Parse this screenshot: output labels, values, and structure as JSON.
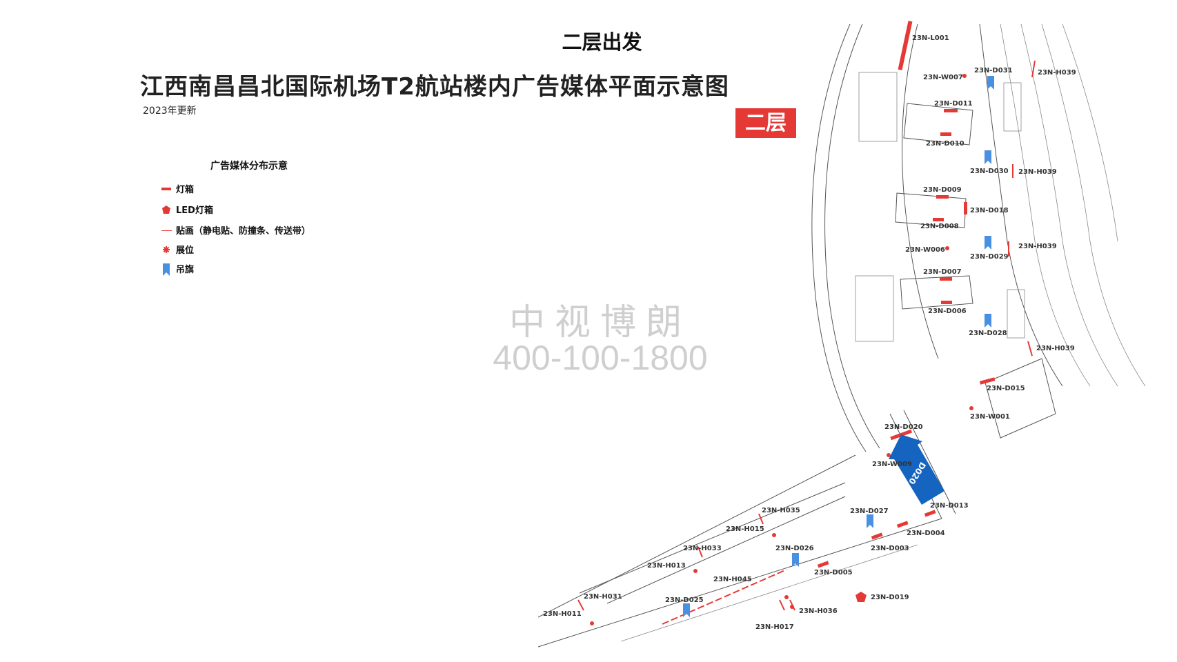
{
  "header": {
    "floor_heading": "二层出发",
    "title": "江西南昌昌北国际机场T2航站楼内广告媒体平面示意图",
    "update_note": "2023年更新",
    "floor_badge": "二层"
  },
  "legend": {
    "title": "广告媒体分布示意",
    "items": [
      {
        "icon": "lightbox-icon",
        "label": "灯箱"
      },
      {
        "icon": "led-lightbox-icon",
        "label": "LED灯箱"
      },
      {
        "icon": "sticker-icon",
        "label": "贴画（静电贴、防撞条、传送带）"
      },
      {
        "icon": "booth-icon",
        "label": "展位"
      },
      {
        "icon": "hanging-flag-icon",
        "label": "吊旗"
      }
    ]
  },
  "watermark": {
    "company": "中视博朗",
    "phone": "400-100-1800"
  },
  "highlight": {
    "label": "D020"
  },
  "map_labels": [
    "23N-L001",
    "23N-W007",
    "23N-D031",
    "23N-H039",
    "23N-D011",
    "23N-D010",
    "23N-D030",
    "23N-H039",
    "23N-D009",
    "23N-D018",
    "23N-D008",
    "23N-W006",
    "23N-D029",
    "23N-H039",
    "23N-D007",
    "23N-D006",
    "23N-D028",
    "23N-H039",
    "23N-D015",
    "23N-W001",
    "23N-D020",
    "23N-W009",
    "23N-D013",
    "23N-D027",
    "23N-H035",
    "23N-H015",
    "23N-D004",
    "23N-D003",
    "23N-H033",
    "23N-D026",
    "23N-H013",
    "23N-H045",
    "23N-D005",
    "23N-H031",
    "23N-D025",
    "23N-D019",
    "23N-H011",
    "23N-H036",
    "23N-H017"
  ],
  "colors": {
    "accent_red": "#e53935",
    "flag_blue": "#4a90e2",
    "highlight_blue": "#1565c0"
  }
}
